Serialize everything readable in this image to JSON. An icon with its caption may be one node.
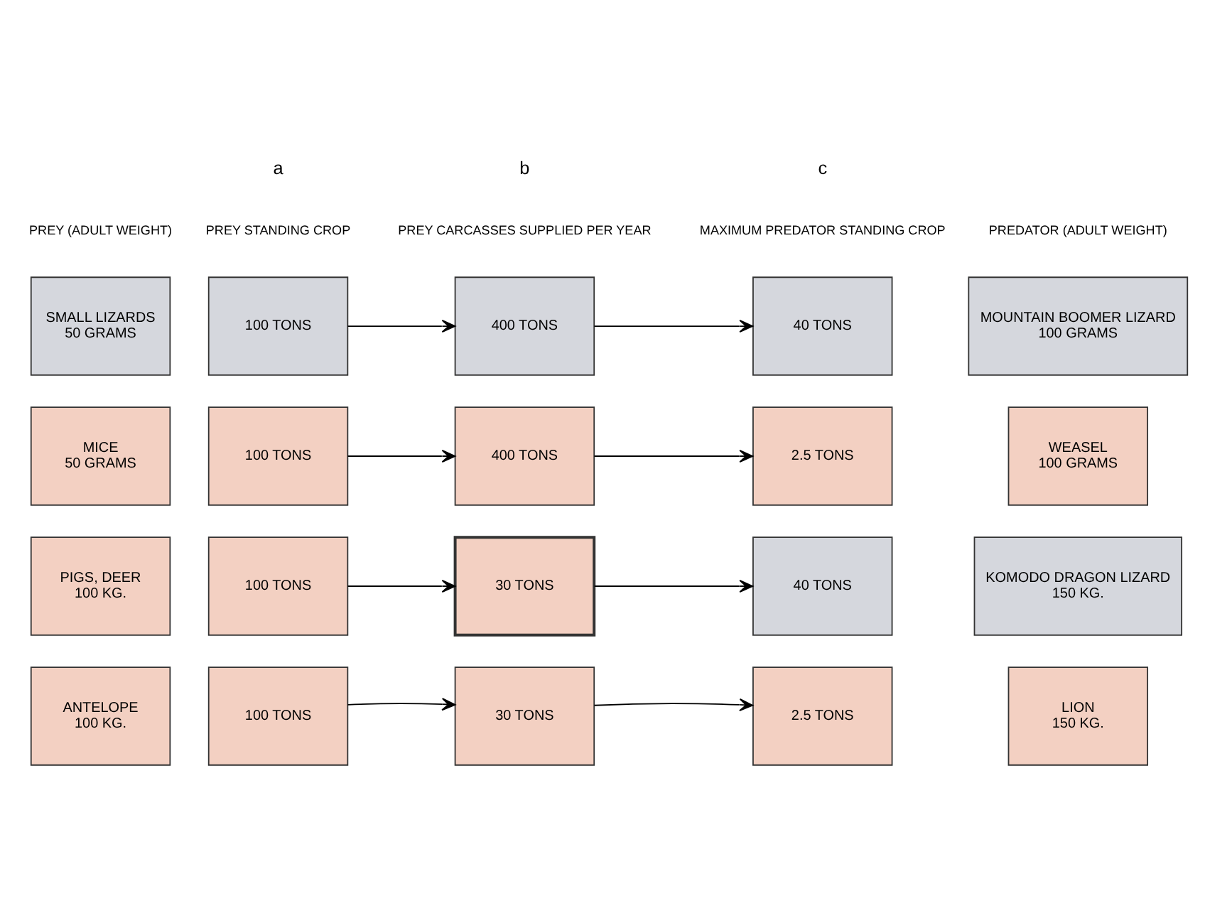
{
  "diagram": {
    "nodes": [
      {
        "text": [
          "SMALL LIZARDS",
          "50 GRAMS"
        ]
      },
      {
        "text": [
          "100 TONS"
        ]
      },
      {
        "text": [
          "400 TONS"
        ]
      },
      {
        "text": [
          "40 TONS"
        ]
      },
      {
        "text": [
          "MOUNTAIN BOOMER LIZARD",
          "100 GRAMS"
        ]
      },
      {
        "text": [
          "MICE",
          "50 GRAMS"
        ]
      },
      {
        "text": [
          "100 TONS"
        ]
      },
      {
        "text": [
          "400 TONS"
        ]
      },
      {
        "text": [
          "2.5 TONS"
        ]
      },
      {
        "text": [
          "WEASEL",
          "100 GRAMS"
        ]
      },
      {
        "text": [
          "PIGS, DEER",
          "100 KG."
        ]
      },
      {
        "text": [
          "100 TONS"
        ]
      },
      {
        "text": [
          "30 TONS"
        ]
      },
      {
        "text": [
          "40 TONS"
        ]
      },
      {
        "text": [
          "KOMODO DRAGON LIZARD",
          "150 KG."
        ]
      },
      {
        "text": [
          "ANTELOPE",
          "100 KG."
        ]
      },
      {
        "text": [
          "100 TONS"
        ]
      },
      {
        "text": [
          "30 TONS"
        ]
      },
      {
        "text": [
          "2.5 TONS"
        ]
      },
      {
        "text": [
          "LION",
          "150 KG."
        ]
      }
    ],
    "edges": [
      {
        "from": 1,
        "to": 2,
        "arrow": "to"
      },
      {
        "from": 2,
        "to": 3,
        "arrow": "to"
      },
      {
        "from": 6,
        "to": 7,
        "arrow": "to"
      },
      {
        "from": 7,
        "to": 8,
        "arrow": "to"
      },
      {
        "from": 11,
        "to": 12,
        "arrow": "to"
      },
      {
        "from": 12,
        "to": 13,
        "arrow": "to"
      },
      {
        "from": 16,
        "to": 17,
        "arrow": "to"
      },
      {
        "from": 17,
        "to": 18,
        "arrow": "to"
      }
    ],
    "labels": [
      "a",
      "b",
      "c",
      "PREY (ADULT WEIGHT)",
      "PREY STANDING CROP",
      "PREY CARCASSES SUPPLIED PER YEAR",
      "MAXIMUM PREDATOR STANDING CROP",
      "PREDATOR (ADULT WEIGHT)"
    ]
  }
}
